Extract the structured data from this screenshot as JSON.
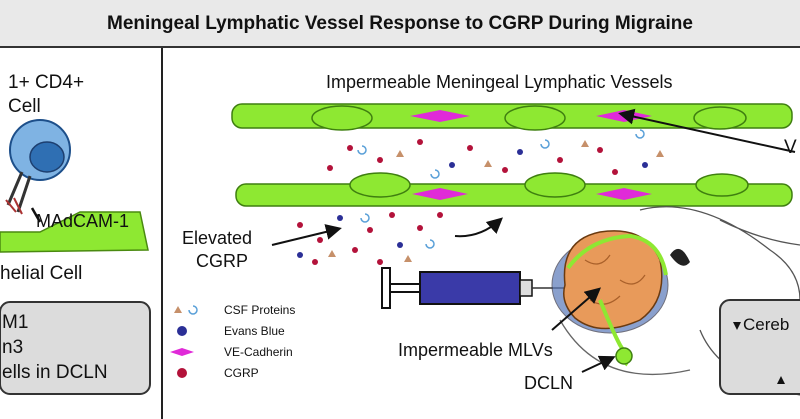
{
  "title": "Meningeal Lymphatic Vessel Response to CGRP During Migraine",
  "left_panel": {
    "cell_label_line1": "1+ CD4+",
    "cell_label_line2": "Cell",
    "madcam_label": "MAdCAM-1",
    "endothelial_label": "helial Cell",
    "box_lines": [
      "M1",
      "n3",
      "ells in DCLN"
    ]
  },
  "right_panel": {
    "vessels_title": "Impermeable Meningeal Lymphatic Vessels",
    "right_edge_label": "V",
    "elevated_line1": "Elevated",
    "elevated_line2": "CGRP",
    "mlvs_label": "Impermeable MLVs",
    "dcln_label": "DCLN",
    "box_line1": "Cereb",
    "box_line1_arrow": "down",
    "box_line2_arrow": "up"
  },
  "legend": {
    "items": [
      {
        "label": "CSF Proteins",
        "marker": "triangle-and-swirl"
      },
      {
        "label": "Evans Blue",
        "marker": "navy-dot"
      },
      {
        "label": "VE-Cadherin",
        "marker": "magenta-diamond"
      },
      {
        "label": "CGRP",
        "marker": "red-dot"
      }
    ]
  },
  "colors": {
    "vessel_green": "#8ee832",
    "ve_cadherin": "#e02ad8",
    "cgrp_red": "#b3123a",
    "evans_blue": "#2b2f96",
    "csf_protein": "#c6906a",
    "csf_swirl": "#5aa0d8",
    "cell_blue": "#2f6fb3",
    "syringe_blue": "#3a3aa8",
    "brain_orange": "#e89a5a",
    "box_gray": "#dcdcdc"
  }
}
